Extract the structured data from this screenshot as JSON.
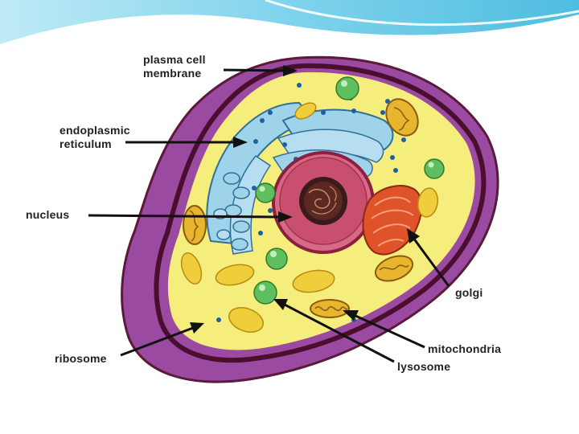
{
  "labels": {
    "plasma_membrane": [
      "plasma cell",
      "membrane"
    ],
    "endoplasmic_reticulum": [
      "endoplasmic",
      "reticulum"
    ],
    "nucleus": "nucleus",
    "golgi": "golgi",
    "ribosome": "ribosome",
    "mitochondria": "mitochondria",
    "lysosome": "lysosome"
  },
  "colors": {
    "membrane_outer": "#9a4aa0",
    "membrane_line": "#5a1a3a",
    "cytoplasm": "#f6ee7c",
    "nucleus": "#c8506e",
    "nucleolus": "#3a1a1a",
    "er": "#9fd3ea",
    "golgi": "#e0522a",
    "lysosome": "#5fbf5f",
    "mitochondria": "#e7b52e",
    "ribosome": "#1e5ea8",
    "header": "#7fd3ec"
  }
}
